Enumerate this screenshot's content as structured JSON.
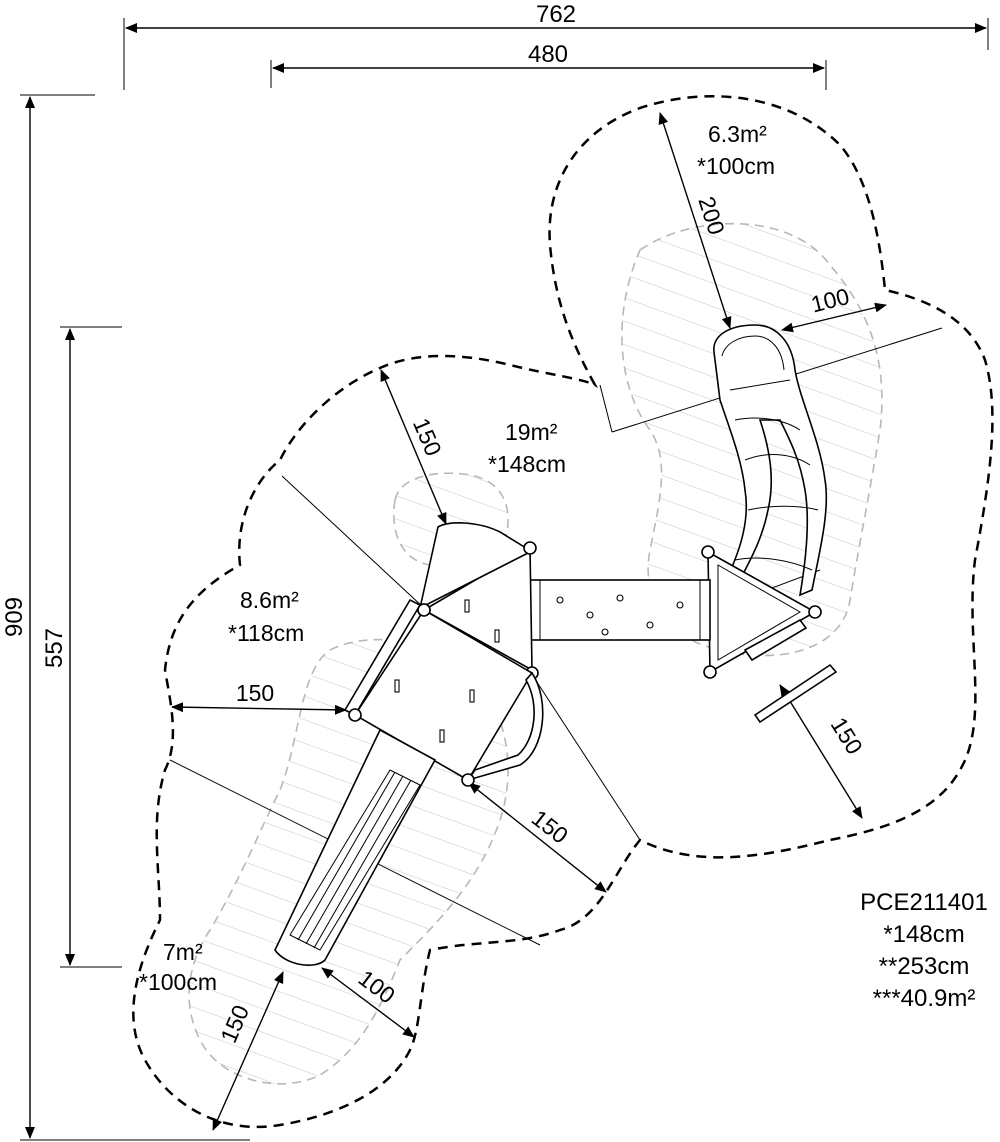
{
  "dimensions": {
    "overall_width": "762",
    "inner_width": "480",
    "overall_height": "909",
    "inner_height": "557",
    "clearance_top_slide": "200",
    "clearance_top_side": "100",
    "clearance_center": "150",
    "clearance_left": "150",
    "clearance_right": "150",
    "clearance_lower": "150",
    "clearance_bottom_side": "100",
    "clearance_bottom": "150"
  },
  "zones": {
    "top": {
      "area": "6.3m²",
      "height": "*100cm"
    },
    "center": {
      "area": "19m²",
      "height": "*148cm"
    },
    "left": {
      "area": "8.6m²",
      "height": "*118cm"
    },
    "bottom": {
      "area": "7m²",
      "height": "*100cm"
    }
  },
  "product": {
    "code": "PCE211401",
    "line1": "*148cm",
    "line2": "**253cm",
    "line3": "***40.9m²"
  }
}
